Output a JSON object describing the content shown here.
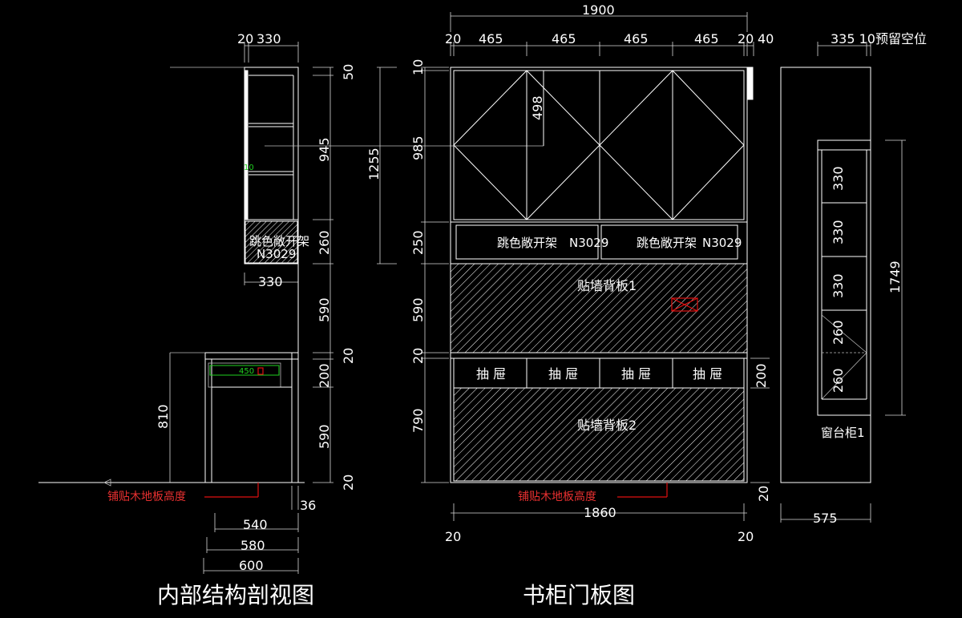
{
  "colors": {
    "background": "#000000",
    "lines": "#ffffff",
    "annotation_red": "#e01010",
    "accent_green": "#20d020"
  },
  "dimensions": {
    "section_top": [
      "20",
      "330"
    ],
    "section_right": [
      "50",
      "945",
      "260",
      "590",
      "20",
      "200",
      "590",
      "20"
    ],
    "section_left": "810",
    "section_inner": "10",
    "section_drawer_len": "450",
    "section_shelf_width": "330",
    "section_base": [
      "36",
      "540",
      "580",
      "600"
    ],
    "front_total_width": "1900",
    "front_top": [
      "20",
      "465",
      "465",
      "465",
      "465",
      "20",
      "40"
    ],
    "front_left_outer": "1255",
    "front_left": [
      "10",
      "985",
      "250",
      "590",
      "20",
      "790"
    ],
    "front_upper_inner": "498",
    "front_drawer_height": "200",
    "front_plinth": "20",
    "front_bottom_width": "1860",
    "front_bottom_ends": [
      "20",
      "20"
    ],
    "window_top": "335 10预留空位",
    "window_shelves": [
      "330",
      "330",
      "330",
      "260",
      "260"
    ],
    "window_height": "1749",
    "window_width": "575"
  },
  "labels": {
    "open_shelf": "跳色敞开架",
    "open_shelf_code": "N3029",
    "back_panel_1": "贴墙背板1",
    "back_panel_2": "贴墙背板2",
    "drawers": [
      "抽 屉",
      "抽 屉",
      "抽 屉",
      "抽 屉"
    ],
    "window_cabinet": "窗台柜1",
    "floor_note": "铺贴木地板高度"
  },
  "titles": {
    "section_view": "内部结构剖视图",
    "door_panel_view": "书柜门板图"
  }
}
